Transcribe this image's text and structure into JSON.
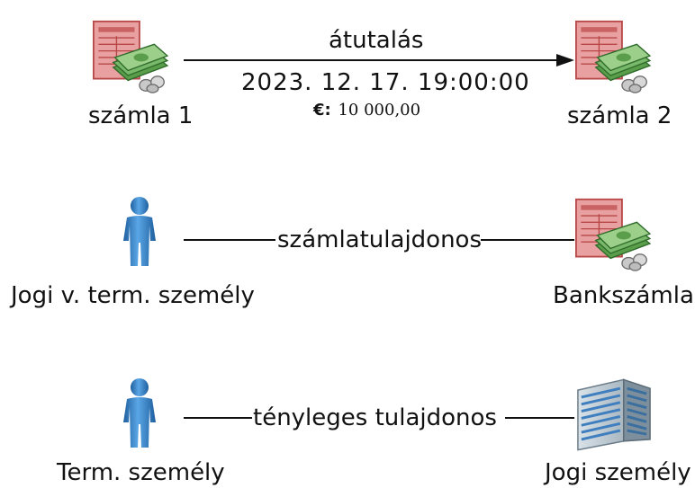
{
  "colors": {
    "account_doc": "#e07a7a",
    "account_doc_border": "#b84848",
    "money_green": "#3f8f3f",
    "person_blue": "#2f7fc4",
    "building_gray": "#8fa3b0",
    "building_window": "#4a8cc8",
    "line": "#111111"
  },
  "icons": {
    "account": "bank-account-icon",
    "person": "person-icon",
    "company": "office-building-icon"
  },
  "row1": {
    "left_label": "számla 1",
    "right_label": "számla 2",
    "edge_label": "átutalás",
    "timestamp": "2023. 12. 17. 19:00:00",
    "currency_symbol": "€:",
    "amount": "10 000,00"
  },
  "row2": {
    "left_label": "Jogi v. term. személy",
    "right_label": "Bankszámla",
    "edge_label": "számlatulajdonos"
  },
  "row3": {
    "left_label": "Term. személy",
    "right_label": "Jogi személy",
    "edge_label": "tényleges tulajdonos"
  }
}
